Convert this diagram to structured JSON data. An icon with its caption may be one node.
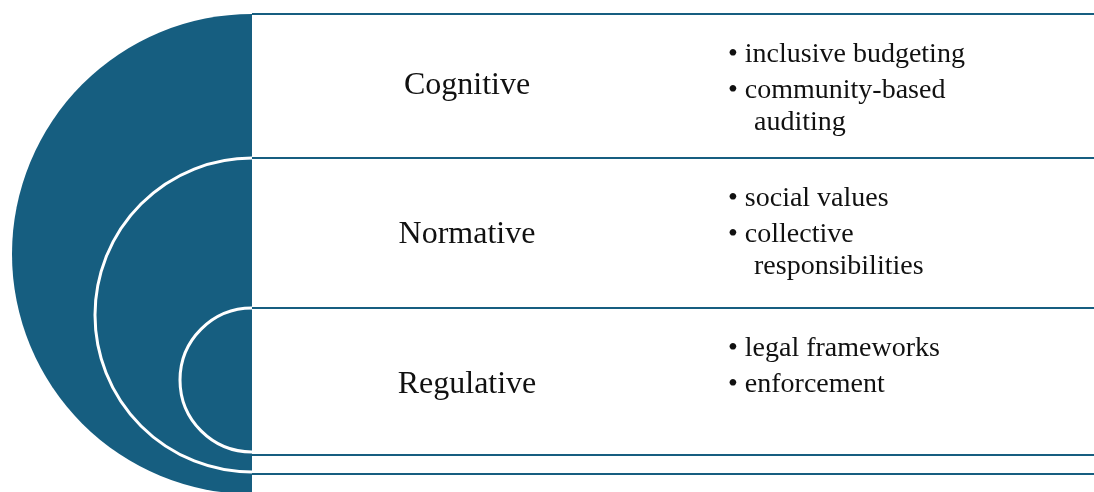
{
  "diagram": {
    "nodes": [
      {
        "text": [
          "Cognitive",
          "• inclusive budgeting",
          "• community-based auditing"
        ]
      },
      {
        "text": [
          "Normative",
          "• social values",
          "• collective responsibilities"
        ]
      },
      {
        "text": [
          "Regulative",
          "• legal frameworks",
          "• enforcement"
        ]
      }
    ]
  }
}
